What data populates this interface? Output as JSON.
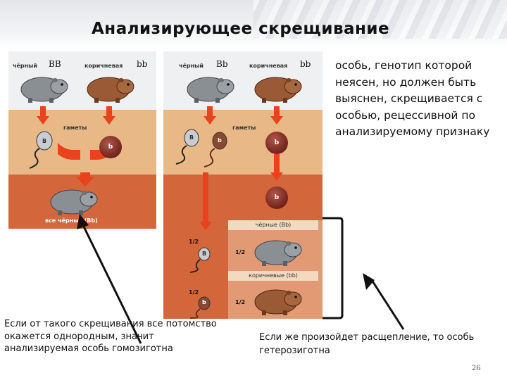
{
  "title": "Анализирующее скрещивание",
  "left_panel": {
    "black_label": "чёрный",
    "black_genotype": "BB",
    "brown_label": "коричневая",
    "brown_genotype": "bb",
    "gametes_label": "гаметы",
    "sperm_gamete": "B",
    "egg_gamete": "b",
    "offspring_label": "все чёрные (Bb)"
  },
  "right_panel": {
    "black_label": "чёрный",
    "black_genotype": "Bb",
    "brown_label": "коричневая",
    "brown_genotype": "bb",
    "gametes_label": "гаметы",
    "sperm_gamete_1": "B",
    "sperm_gamete_2": "b",
    "egg_gamete_1": "b",
    "egg_gamete_2": "b",
    "black_offspring_label": "чёрные (Bb)",
    "brown_offspring_label": "коричневые (bb)",
    "fraction_1": "1/2",
    "fraction_2": "1/2",
    "fraction_3": "1/2",
    "fraction_4": "1/2",
    "offspring_gamete_1": "B",
    "offspring_gamete_2": "b"
  },
  "right_text": "особь, генотип которой неясен, но должен быть выяснен, скрещивается с особью, рецессивной по анализируемому признаку",
  "bottom_left_text": "Если от такого скрещивания все потомство окажется однородным, значит анализируемая особь гомозиготна",
  "bottom_right_text": "Если же произойдет расщепление, то особь гетерозиготна",
  "page_number": "26",
  "colors": {
    "parents_band": "#eef0f2",
    "gametes_band": "#e8b986",
    "offspring_band": "#d4663b",
    "arrow": "#e8431c",
    "black_animal": "#8a8f94",
    "brown_animal": "#9a5a36"
  }
}
